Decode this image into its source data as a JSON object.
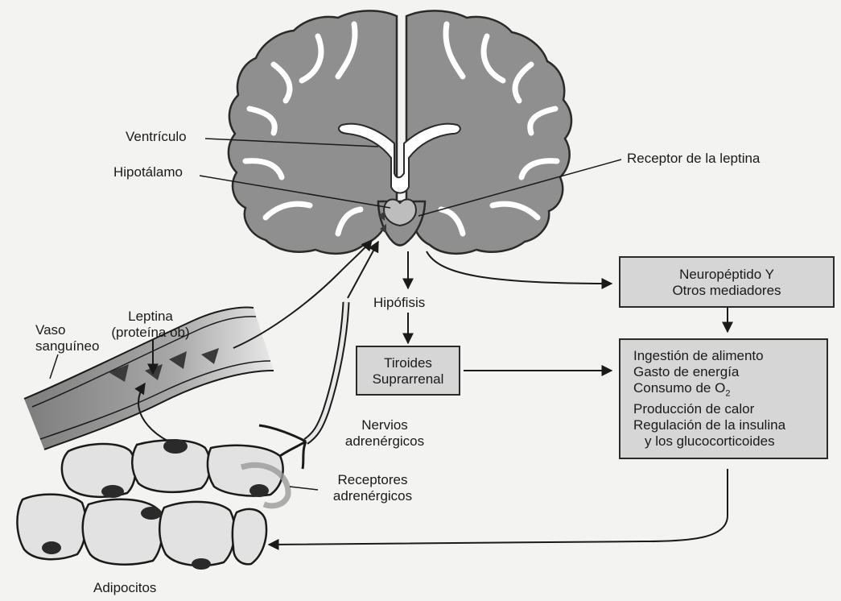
{
  "labels": {
    "ventricle": "Ventrículo",
    "hypothalamus": "Hipotálamo",
    "leptin_receptor": "Receptor de la leptina",
    "pituitary": "Hipófisis",
    "leptin_line1": "Leptina",
    "leptin_line2": "(proteína ob)",
    "vessel_line1": "Vaso",
    "vessel_line2": "sanguíneo",
    "nerves_line1": "Nervios",
    "nerves_line2": "adrenérgicos",
    "receptors_line1": "Receptores",
    "receptors_line2": "adrenérgicos",
    "adipocytes": "Adipocitos"
  },
  "boxes": {
    "thyroid": {
      "line1": "Tiroides",
      "line2": "Suprarrenal"
    },
    "neuropeptide": {
      "line1": "Neuropéptido Y",
      "line2": "Otros mediadores"
    },
    "effects": {
      "line1": "Ingestión de alimento",
      "line2": "Gasto de energía",
      "line3_prefix": "Consumo de O",
      "line3_sub": "2",
      "line4": "Producción de calor",
      "line5": "Regulación de la insulina",
      "line6": "y los glucocorticoides"
    }
  },
  "colors": {
    "brain_gray": "#8f8f8f",
    "white_matter": "#ffffff",
    "box_fill": "#d6d6d6",
    "vessel_gray": "#9a9a9a",
    "hypothalamus_fill": "#bdbdbd"
  }
}
